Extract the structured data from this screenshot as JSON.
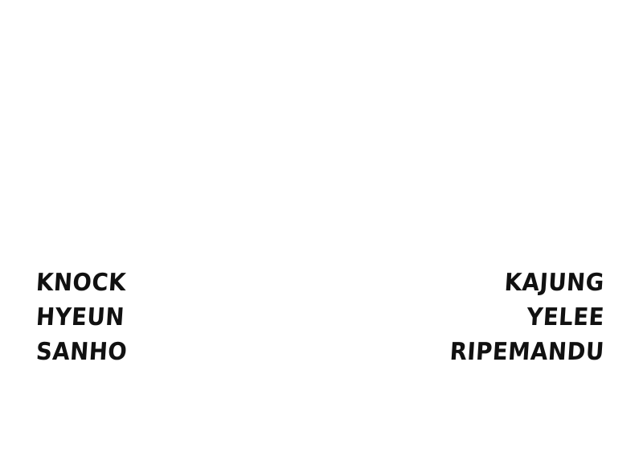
{
  "credits": {
    "left": [
      "KNOCK",
      "HYEUN",
      "SANHO"
    ],
    "right": [
      "KAJUNG",
      "YELEE",
      "RIPEMANDU"
    ]
  },
  "colors": {
    "background": "#ffffff",
    "text": "#111111"
  }
}
